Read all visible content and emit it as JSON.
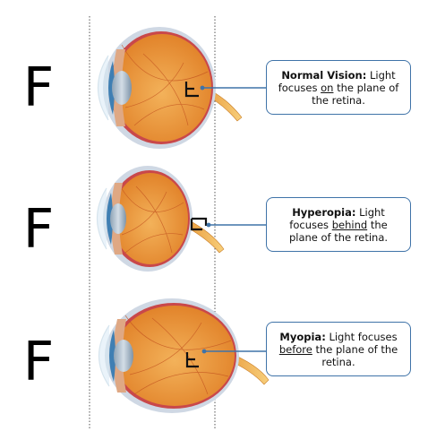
{
  "letter": "F",
  "rows": [
    {
      "key": "normal",
      "term": "Normal Vision:",
      "pre": " Light focuses ",
      "emph": "on",
      "post": " the plane of the retina."
    },
    {
      "key": "hyperopia",
      "term": "Hyperopia:",
      "pre": " Light focuses ",
      "emph": "behind",
      "post": " the plane of the retina."
    },
    {
      "key": "myopia",
      "term": "Myopia:",
      "pre": " Light focuses ",
      "emph": "before",
      "post": " the plane of the retina."
    }
  ],
  "colors": {
    "sclera": "#cfd8e4",
    "choroid": "#c9484a",
    "retina": "#e8a23c",
    "vitreous": "#ef9a3a",
    "cornea": "#cfe4f2",
    "iris": "#3f7fb3",
    "lens": "#9eb2c4",
    "nerve": "#f0b24a",
    "callout_border": "#3f73a8",
    "guide": "#555555"
  }
}
